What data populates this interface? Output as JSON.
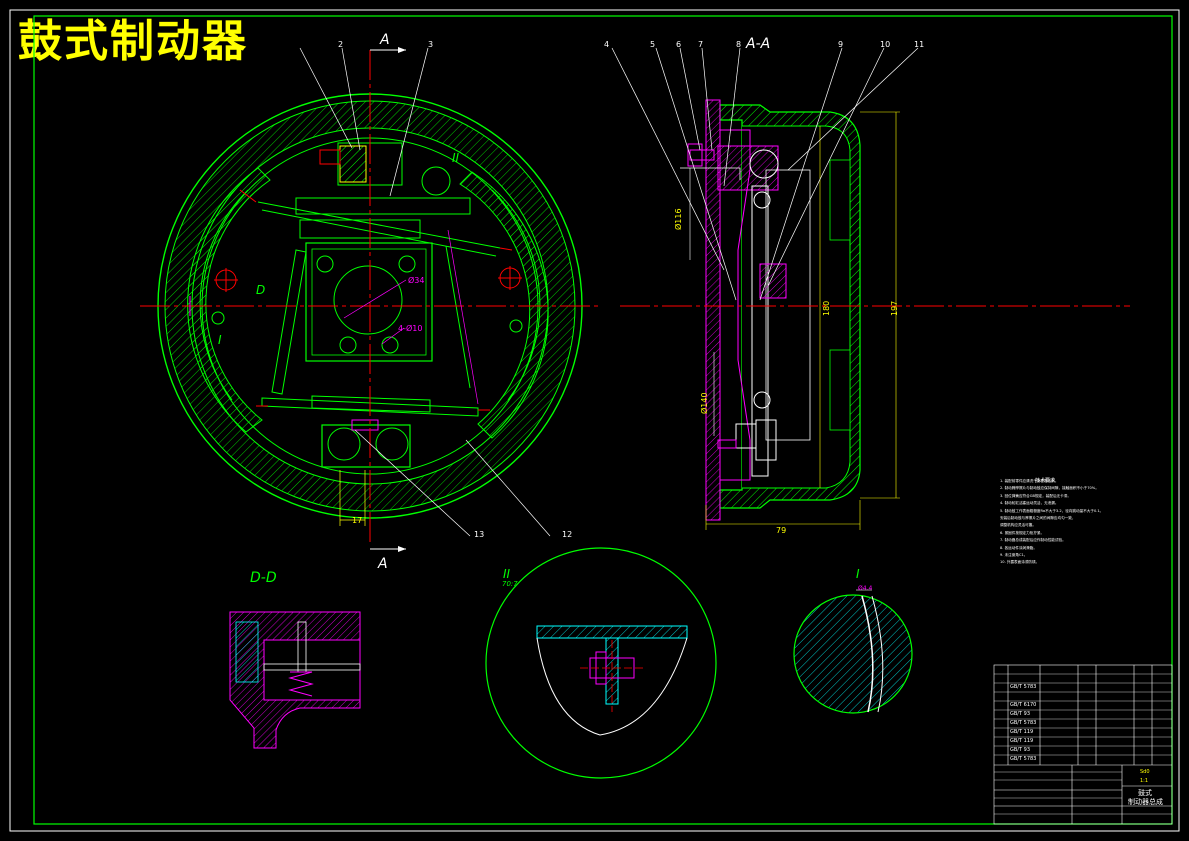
{
  "title": "鼓式制动器",
  "section_labels": {
    "a_top": "A",
    "a_bottom": "A",
    "aa": "A-A",
    "dd": "D-D",
    "ii_main": "II",
    "ii_detail": "II",
    "ii_scale": "70:7",
    "i_main": "I",
    "i_detail": "I",
    "d_main": "D"
  },
  "callouts": {
    "c1": "2",
    "c2": "3",
    "c3": "4",
    "c4": "5",
    "c5": "6",
    "c6": "7",
    "c7": "8",
    "c8": "9",
    "c9": "10",
    "c10": "11",
    "c11": "13",
    "c12": "12"
  },
  "dimensions": {
    "d_34": "Ø34",
    "d_4x10": "4-Ø10",
    "d_180": "180",
    "d_197": "197",
    "d_79": "79",
    "d_left1": "Ø116",
    "d_left2": "Ø140",
    "d_bot": "17",
    "d_i": "Ø4.4"
  },
  "notes": {
    "heading": "技术要求",
    "lines": [
      "1. 装配前零件应清洗干净去除毛刺。",
      "2. 制动蹄摩擦片与制动鼓应保持间隙，接触面积不小于70%。",
      "3. 回位弹簧应符合GB规定，装配后无卡滞。",
      "4. 制动轮缸活塞运动灵活，无泄漏。",
      "5. 制动鼓工作表面粗糙度Ra不大于3.2，径向跳动量不大于0.1。",
      "   安装后制动鼓与摩擦片之间的间隙应均匀一致，",
      "   调整机构应灵活可靠。",
      "6. 紧固件按规定力矩拧紧。",
      "7. 制动器总成装配后应作制动性能试验。",
      "8. 各运动件涂润滑脂。",
      "9. 未注倒角C1。",
      "10. 外露表面涂漆防锈。"
    ]
  },
  "title_block": {
    "name_l1": "鼓式",
    "name_l2": "制动器总成",
    "cell_a": "Sd0",
    "cell_b": "1:1",
    "rows": [
      "GB/T 5783",
      "GB/T 6170",
      "GB/T 93",
      "GB/T 5783",
      "GB/T 119",
      "GB/T 119",
      "GB/T 93",
      "GB/T 5783"
    ]
  }
}
